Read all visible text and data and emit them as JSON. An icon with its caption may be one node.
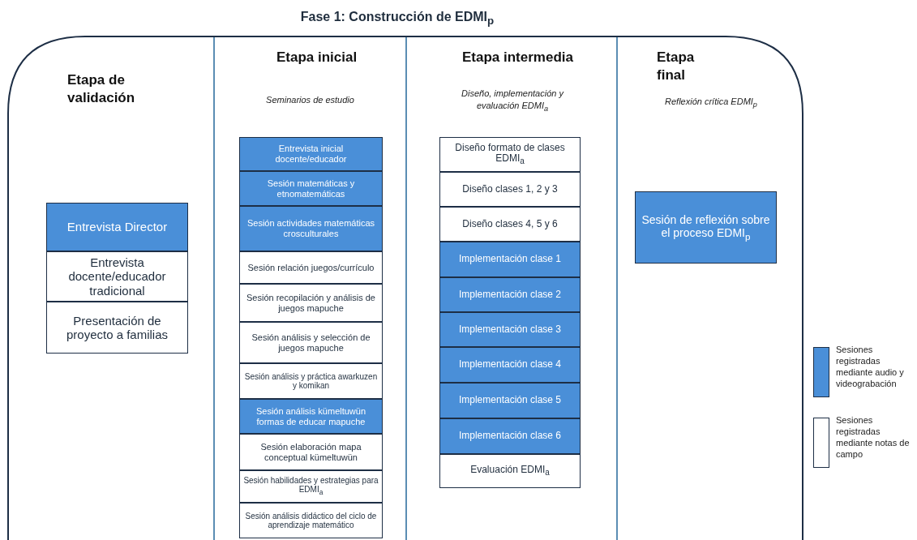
{
  "diagram": {
    "title": "Fase 1: Construcción de EDMI$_{p}$",
    "nodes": [
      {
        "text": [
          "Etapa de validación"
        ]
      },
      {
        "text": [
          "Entrevista Director"
        ],
        "in": 0
      },
      {
        "text": [
          "Entrevista docente/educador tradicional"
        ],
        "in": 0
      },
      {
        "text": [
          "Presentación de proyecto a familias"
        ],
        "in": 0
      },
      {
        "text": [
          "Etapa inicial",
          "Seminarios de estudio"
        ]
      },
      {
        "text": [
          "Entrevista inicial docente/educador"
        ],
        "in": 4
      },
      {
        "text": [
          "Sesión matemáticas y etnomatemáticas"
        ],
        "in": 4
      },
      {
        "text": [
          "Sesión actividades matemáticas crosculturales"
        ],
        "in": 4
      },
      {
        "text": [
          "Sesión relación juegos/currículo"
        ],
        "in": 4
      },
      {
        "text": [
          "Sesión recopilación y análisis de juegos mapuche"
        ],
        "in": 4
      },
      {
        "text": [
          "Sesión análisis y selección de juegos mapuche"
        ],
        "in": 4
      },
      {
        "text": [
          "Sesión análisis y práctica awarkuzen y komikan"
        ],
        "in": 4
      },
      {
        "text": [
          "Sesión análisis kümeltuwün formas de educar mapuche"
        ],
        "in": 4
      },
      {
        "text": [
          "Sesión elaboración mapa conceptual kümeltuwün"
        ],
        "in": 4
      },
      {
        "text": [
          "Sesión habilidades y estrategias para EDMI$_{a}$"
        ],
        "in": 4
      },
      {
        "text": [
          "Sesión análisis didáctico del ciclo de aprendizaje matemático"
        ],
        "in": 4
      },
      {
        "text": [
          "Etapa intermedia",
          "Diseño, implementación y evaluación EDMI$_{a}$"
        ]
      },
      {
        "text": [
          "Diseño formato de clases EDMI$_{a}$"
        ],
        "in": 16
      },
      {
        "text": [
          "Diseño clases 1, 2 y 3"
        ],
        "in": 16
      },
      {
        "text": [
          "Diseño clases 4, 5 y 6"
        ],
        "in": 16
      },
      {
        "text": [
          "Implementación clase 1"
        ],
        "in": 16
      },
      {
        "text": [
          "Implementación clase 2"
        ],
        "in": 16
      },
      {
        "text": [
          "Implementación clase 3"
        ],
        "in": 16
      },
      {
        "text": [
          "Implementación clase 4"
        ],
        "in": 16
      },
      {
        "text": [
          "Implementación clase 5"
        ],
        "in": 16
      },
      {
        "text": [
          "Implementación clase 6"
        ],
        "in": 16
      },
      {
        "text": [
          "Evaluación EDMI$_{a}$"
        ],
        "in": 16
      },
      {
        "text": [
          "Etapa final",
          "Reflexión crítica EDMI$_{p}$"
        ]
      },
      {
        "text": [
          "Sesión de reflexión sobre el proceso EDMI$_{p}$"
        ],
        "in": 27
      }
    ],
    "edges": [],
    "legend": [
      {
        "text": "Sesiones registradas mediante audio y videograbación",
        "color": "#4a8fd8"
      },
      {
        "text": "Sesiones registradas mediante notas de campo",
        "color": "#ffffff"
      }
    ]
  }
}
